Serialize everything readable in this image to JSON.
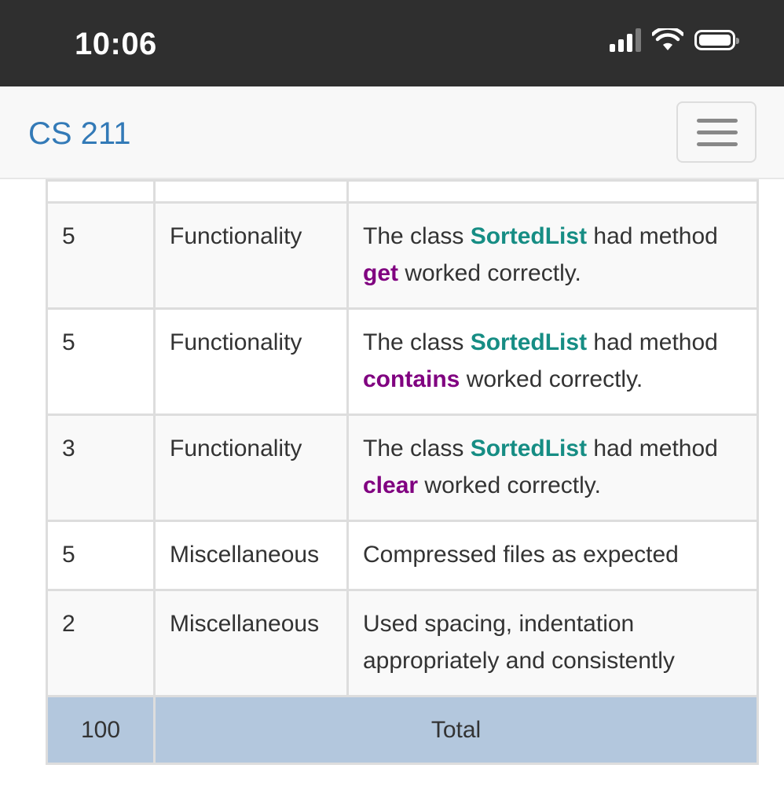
{
  "status_bar": {
    "time": "10:06"
  },
  "navbar": {
    "brand": "CS 211"
  },
  "rows": [
    {
      "points": "5",
      "category": "Functionality",
      "pre": "The class ",
      "class_name": "SortedList",
      "mid": " had method ",
      "method_name": "get",
      "post": " worked correctly."
    },
    {
      "points": "5",
      "category": "Functionality",
      "pre": "The class ",
      "class_name": "SortedList",
      "mid": " had method ",
      "method_name": "contains",
      "post": " worked correctly."
    },
    {
      "points": "3",
      "category": "Functionality",
      "pre": "The class ",
      "class_name": "SortedList",
      "mid": " had method ",
      "method_name": "clear",
      "post": " worked correctly."
    },
    {
      "points": "5",
      "category": "Miscellaneous",
      "description": "Compressed files as expected"
    },
    {
      "points": "2",
      "category": "Miscellaneous",
      "description": "Used spacing, indentation appropriately and consistently"
    }
  ],
  "total": {
    "points": "100",
    "label": "Total"
  },
  "colors": {
    "class_name": "#168d84",
    "method_name": "#800080",
    "total_row": "#b3c7dd",
    "brand": "#337ab7"
  }
}
